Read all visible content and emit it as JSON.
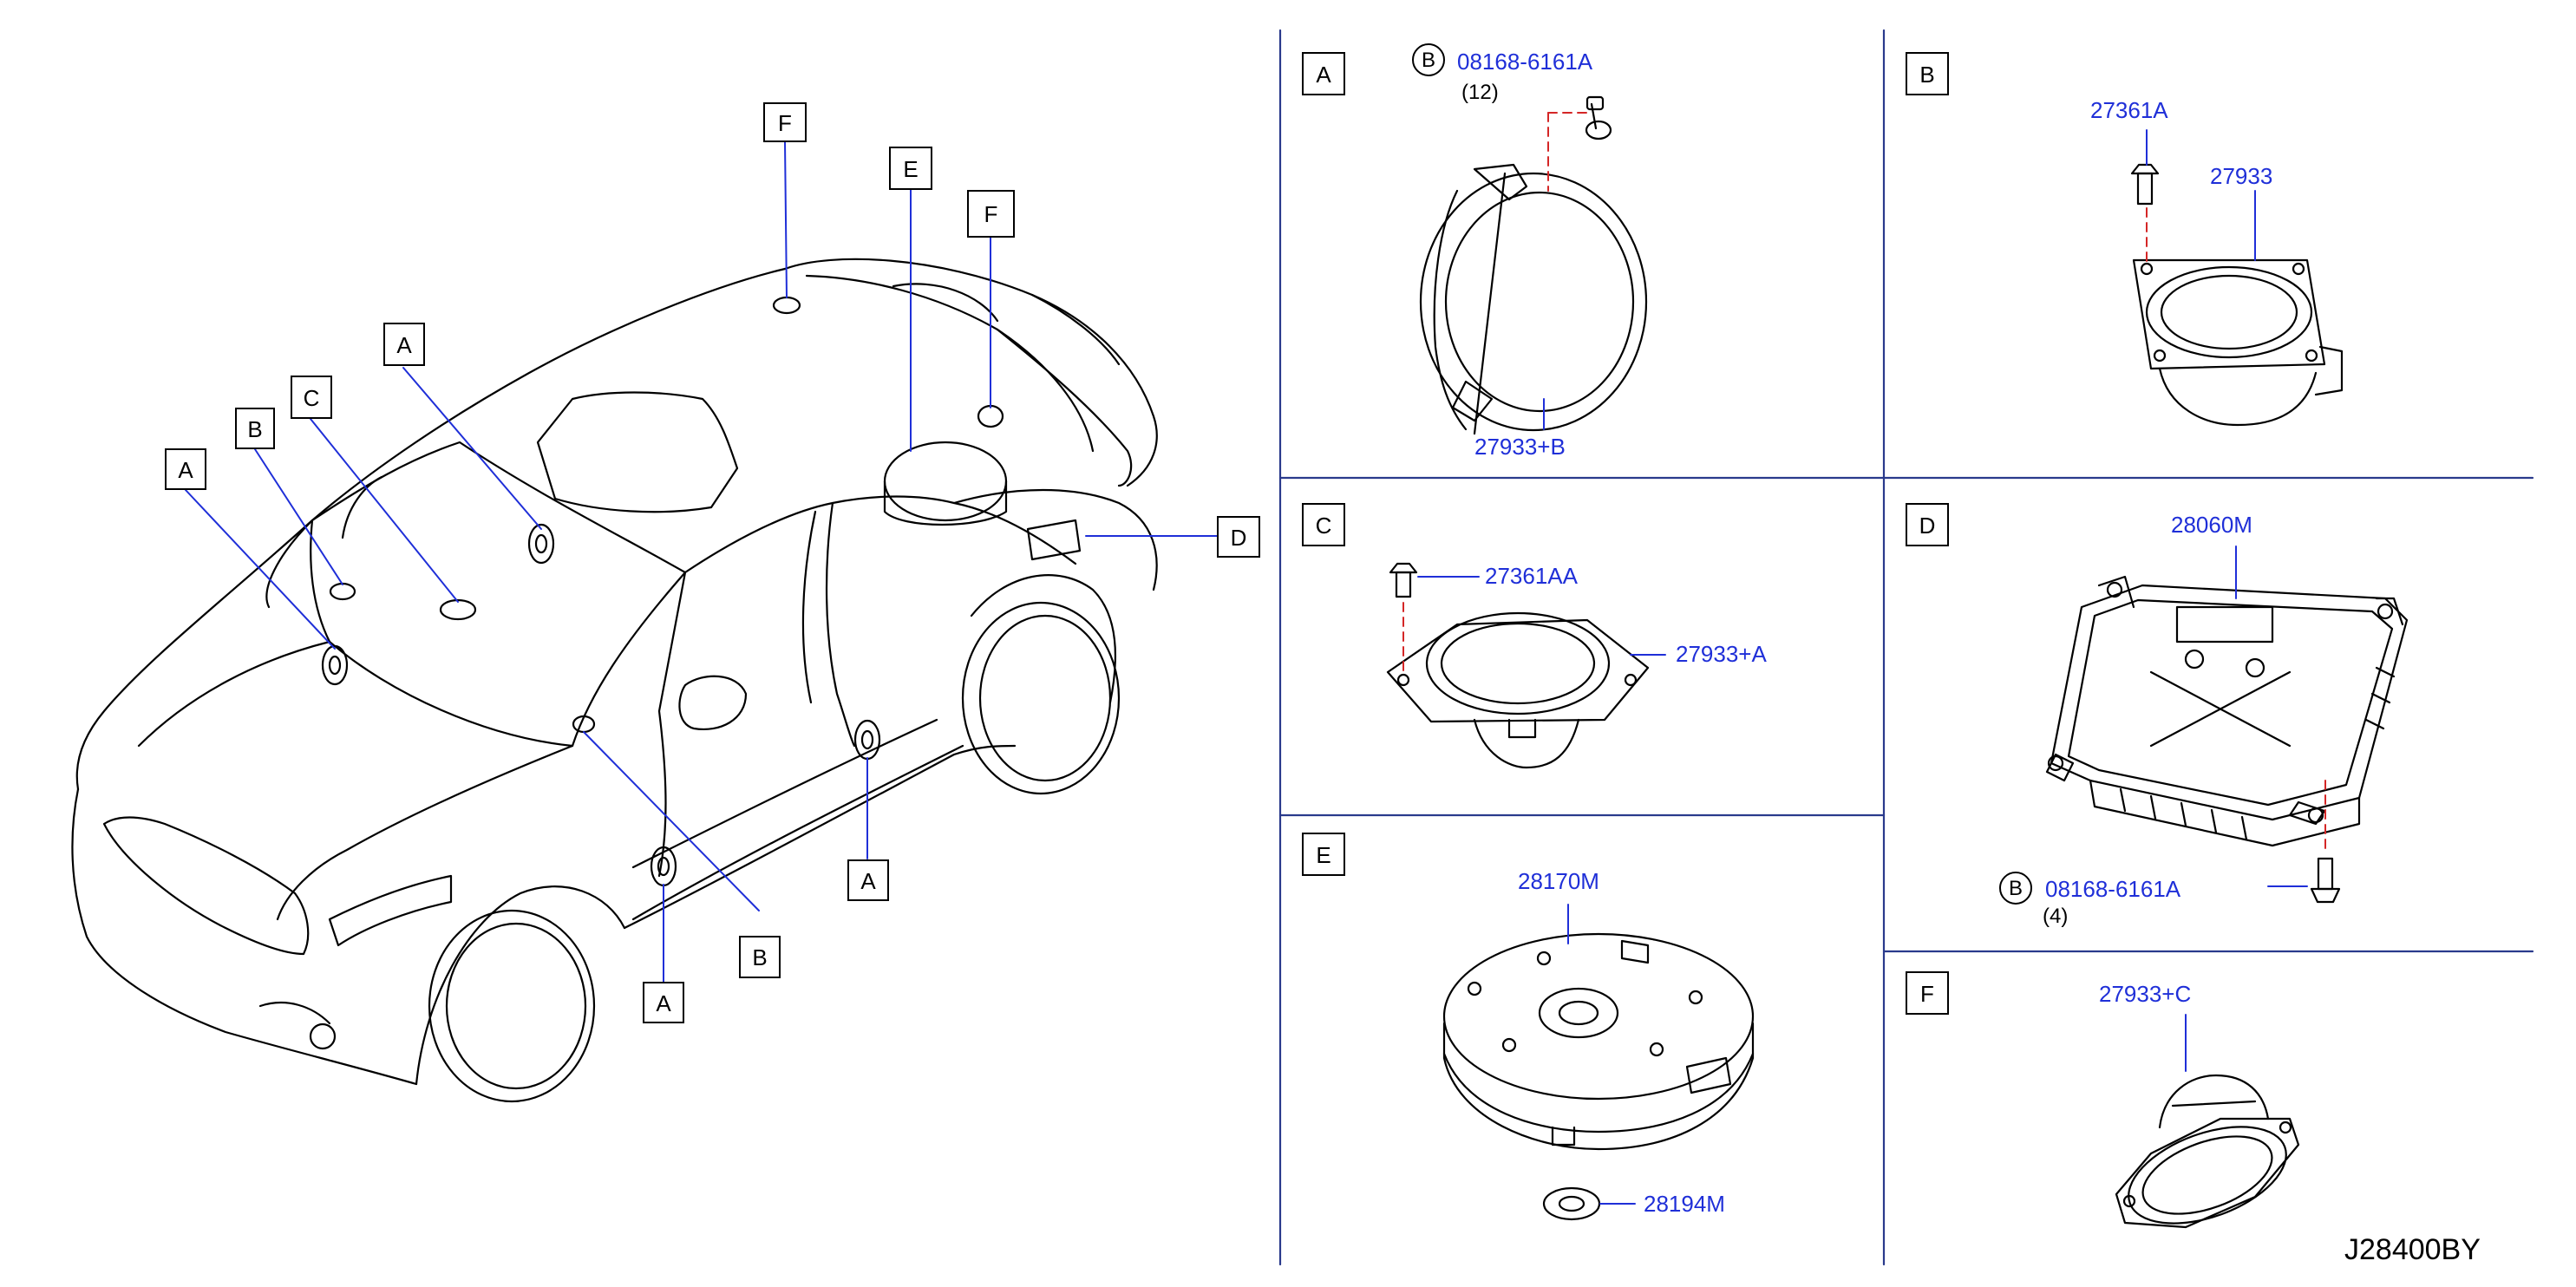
{
  "callouts": {
    "car_f1": "F",
    "car_e": "E",
    "car_f2": "F",
    "car_a1": "A",
    "car_b1": "B",
    "car_c": "C",
    "car_a2": "A",
    "car_d": "D",
    "car_a3": "A",
    "car_b2": "B",
    "car_a4": "A"
  },
  "panels": {
    "A": {
      "title": "A",
      "bolt_circle": "B",
      "bolt_part": "08168-6161A",
      "bolt_qty": "(12)",
      "speaker_part": "27933+B"
    },
    "B": {
      "title": "B",
      "screw_part": "27361A",
      "speaker_part": "27933"
    },
    "C": {
      "title": "C",
      "screw_part": "27361AA",
      "speaker_part": "27933+A"
    },
    "D": {
      "title": "D",
      "amp_part": "28060M",
      "bolt_circle": "B",
      "bolt_part": "08168-6161A",
      "bolt_qty": "(4)"
    },
    "E": {
      "title": "E",
      "woofer_part": "28170M",
      "spacer_part": "28194M"
    },
    "F": {
      "title": "F",
      "speaker_part": "27933+C"
    }
  },
  "figure_code": "J28400BY"
}
